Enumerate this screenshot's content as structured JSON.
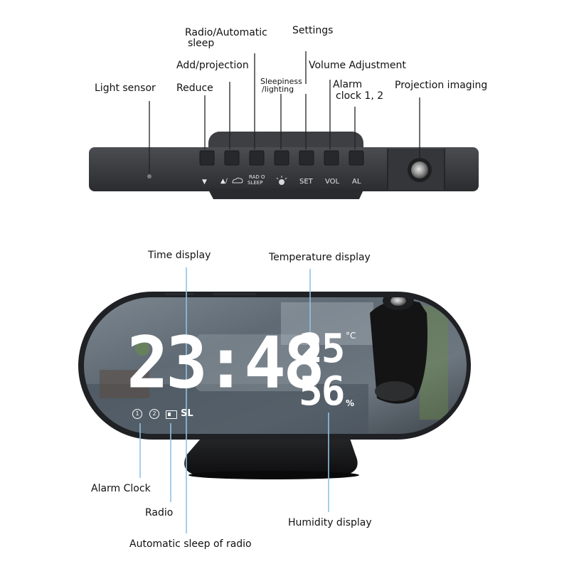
{
  "top_labels": {
    "radio_auto_sleep_line1": "Radio/Automatic",
    "radio_auto_sleep_line2": "sleep",
    "settings": "Settings",
    "add_projection": "Add/projection",
    "volume_adjustment": "Volume Adjustment",
    "light_sensor": "Light sensor",
    "reduce": "Reduce",
    "sleepiness_line1": "Sleepiness",
    "sleepiness_line2": "/lighting",
    "alarm_clock_line1": "Alarm",
    "alarm_clock_line2": "clock 1, 2",
    "projection_imaging": "Projection imaging"
  },
  "button_glyphs": {
    "reduce": "▼",
    "add": "▲/",
    "radio_line1": "RAD O",
    "radio_line2": "SLEEP",
    "set": "SET",
    "vol": "VOL",
    "al": "AL"
  },
  "bottom_labels": {
    "time_display": "Time display",
    "temperature_display": "Temperature display",
    "alarm_clock": "Alarm Clock",
    "radio": "Radio",
    "humidity_display": "Humidity display",
    "auto_sleep_radio": "Automatic sleep of radio"
  },
  "display": {
    "time": "23:48",
    "temperature": "25",
    "temp_unit": "°C",
    "humidity": "56",
    "humidity_unit": "%",
    "alarm1": "1",
    "alarm2": "2",
    "sleep": "SL"
  },
  "colors": {
    "device_body": "#3b3d40",
    "led": "#ffffff",
    "callout_line": "#8fc1e6"
  }
}
